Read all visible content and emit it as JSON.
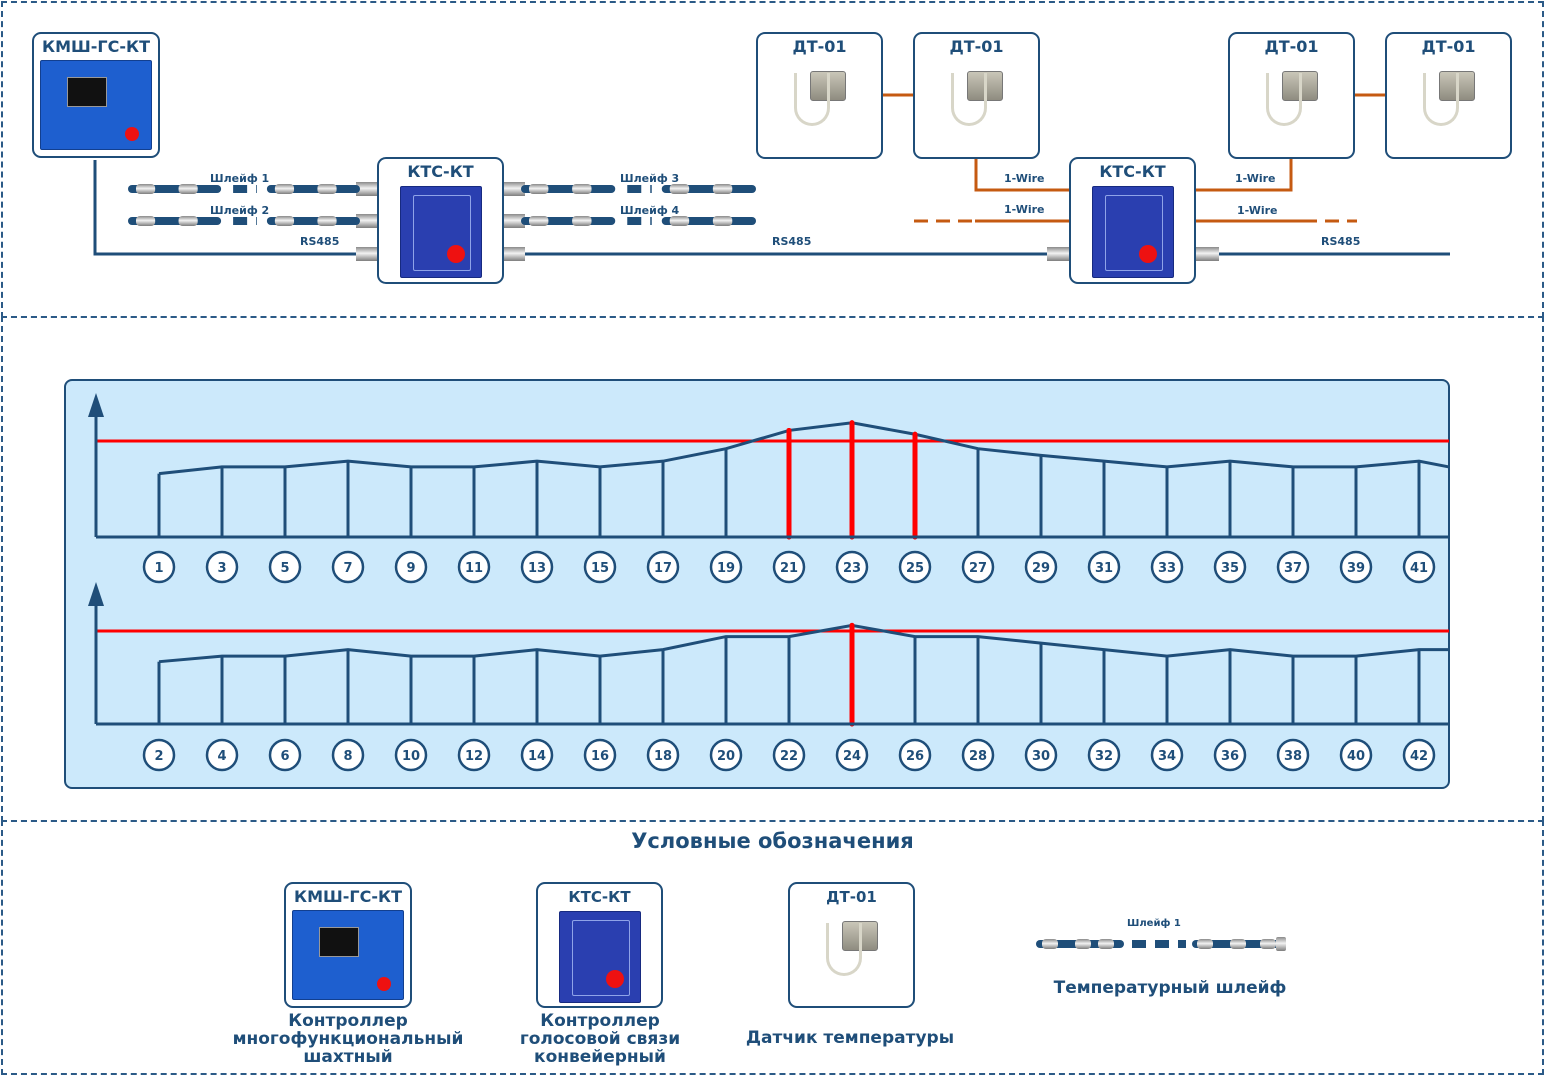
{
  "colors": {
    "navy": "#1f4e79",
    "wire_orange": "#c55a11",
    "threshold_red": "#ff0000",
    "chart_bg": "#cce9fb"
  },
  "topology": {
    "kmsh": {
      "title": "КМШ-ГС-КТ"
    },
    "kts_left": {
      "title": "КТС-КТ"
    },
    "kts_right": {
      "title": "КТС-КТ"
    },
    "sensors": [
      {
        "title": "ДТ-01"
      },
      {
        "title": "ДТ-01"
      },
      {
        "title": "ДТ-01"
      },
      {
        "title": "ДТ-01"
      }
    ],
    "loops": [
      "Шлейф 1",
      "Шлейф 2",
      "Шлейф 3",
      "Шлейф 4"
    ],
    "bus_labels": [
      "RS485",
      "RS485",
      "RS485"
    ],
    "wire_labels": [
      "1-Wire",
      "1-Wire",
      "1-Wire",
      "1-Wire"
    ]
  },
  "chart_data": [
    {
      "type": "line",
      "title": "",
      "xlabel": "",
      "ylabel": "",
      "categories": [
        "1",
        "3",
        "5",
        "7",
        "9",
        "11",
        "13",
        "15",
        "17",
        "19",
        "21",
        "23",
        "25",
        "27",
        "29",
        "31",
        "33",
        "35",
        "37",
        "39",
        "41"
      ],
      "series": [
        {
          "name": "temperature",
          "values": [
            66,
            73,
            73,
            79,
            73,
            73,
            79,
            73,
            79,
            92,
            111,
            119,
            107,
            92,
            85,
            79,
            73,
            79,
            73,
            73,
            79
          ],
          "tail_value": 73
        },
        {
          "name": "threshold",
          "values": [
            100
          ]
        }
      ],
      "alarm_points": [
        "21",
        "23",
        "25"
      ],
      "ylim": [
        0,
        140
      ],
      "grid": false
    },
    {
      "type": "line",
      "title": "",
      "xlabel": "",
      "ylabel": "",
      "categories": [
        "2",
        "4",
        "6",
        "8",
        "10",
        "12",
        "14",
        "16",
        "18",
        "20",
        "22",
        "24",
        "26",
        "28",
        "30",
        "32",
        "34",
        "36",
        "38",
        "40",
        "42"
      ],
      "series": [
        {
          "name": "temperature",
          "values": [
            67,
            73,
            73,
            80,
            73,
            73,
            80,
            73,
            80,
            94,
            94,
            106,
            94,
            94,
            87,
            80,
            73,
            80,
            73,
            73,
            80
          ],
          "tail_value": 80
        },
        {
          "name": "threshold",
          "values": [
            100
          ]
        }
      ],
      "alarm_points": [
        "24"
      ],
      "ylim": [
        0,
        140
      ],
      "grid": false
    }
  ],
  "legend": {
    "title": "Условные обозначения",
    "items": [
      {
        "device": "КМШ-ГС-КТ",
        "caption_lines": [
          "Контроллер",
          "многофункциональный",
          "шахтный"
        ]
      },
      {
        "device": "КТС-КТ",
        "caption_lines": [
          "Контроллер",
          "голосовой связи",
          "конвейерный"
        ]
      },
      {
        "device": "ДТ-01",
        "caption_lines": [
          "Датчик температуры"
        ]
      },
      {
        "device": "Шлейф 1",
        "caption_lines": [
          "Температурный шлейф"
        ]
      }
    ]
  }
}
